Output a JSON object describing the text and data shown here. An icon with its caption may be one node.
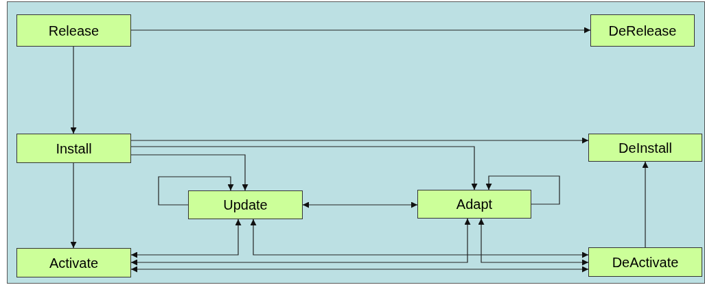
{
  "diagram": {
    "nodes": [
      {
        "text": [
          "Release"
        ]
      },
      {
        "text": [
          "DeRelease"
        ]
      },
      {
        "text": [
          "Install"
        ]
      },
      {
        "text": [
          "DeInstall"
        ]
      },
      {
        "text": [
          "Update"
        ]
      },
      {
        "text": [
          "Adapt"
        ]
      },
      {
        "text": [
          "Activate"
        ]
      },
      {
        "text": [
          "DeActivate"
        ]
      }
    ],
    "edges": [
      {
        "from": 0,
        "to": 1,
        "arrow": "to"
      },
      {
        "from": 0,
        "to": 2,
        "arrow": "to"
      },
      {
        "from": 2,
        "to": 3,
        "arrow": "to"
      },
      {
        "from": 2,
        "to": 5,
        "arrow": "to"
      },
      {
        "from": 2,
        "to": 4,
        "arrow": "to"
      },
      {
        "from": 2,
        "to": 6,
        "arrow": "to"
      },
      {
        "from": 4,
        "to": 4,
        "arrow": "to"
      },
      {
        "from": 5,
        "to": 5,
        "arrow": "to"
      },
      {
        "from": 4,
        "to": 5,
        "arrow": "both"
      },
      {
        "from": 4,
        "to": 6,
        "arrow": "both"
      },
      {
        "from": 4,
        "to": 7,
        "arrow": "both"
      },
      {
        "from": 5,
        "to": 6,
        "arrow": "both"
      },
      {
        "from": 5,
        "to": 7,
        "arrow": "both"
      },
      {
        "from": 6,
        "to": 7,
        "arrow": "both"
      },
      {
        "from": 7,
        "to": 3,
        "arrow": "to"
      }
    ]
  }
}
